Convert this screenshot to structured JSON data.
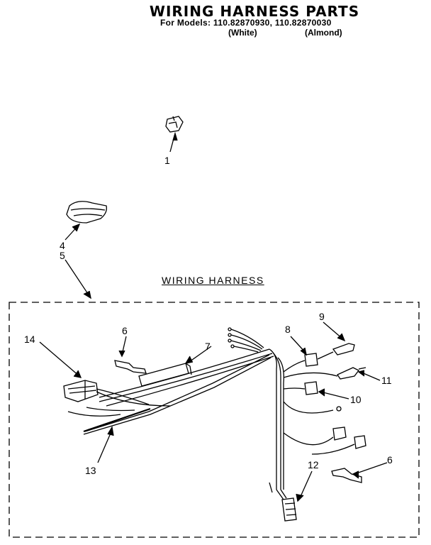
{
  "header": {
    "title": "WIRING HARNESS PARTS",
    "models_line": "For Models: 110.82870930, 110.82870030",
    "color_white": "(White)",
    "color_almond": "(Almond)"
  },
  "section_label": "WIRING HARNESS",
  "callouts": {
    "c1": "1",
    "c4": "4",
    "c5": "5",
    "c6a": "6",
    "c6b": "6",
    "c7": "7",
    "c8": "8",
    "c9": "9",
    "c10": "10",
    "c11": "11",
    "c12": "12",
    "c13": "13",
    "c14": "14"
  }
}
